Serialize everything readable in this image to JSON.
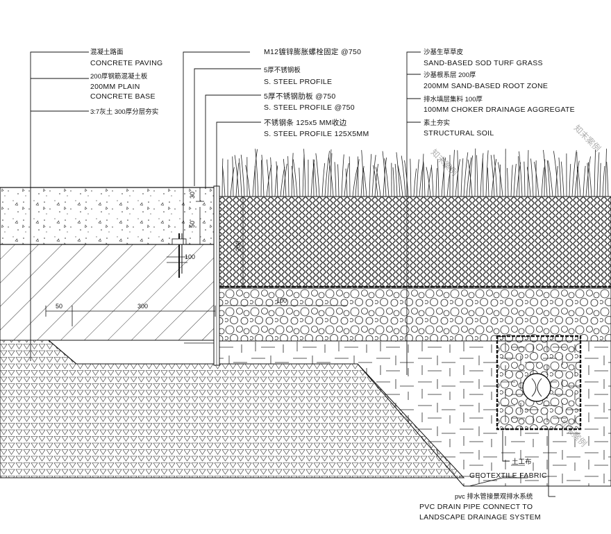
{
  "labels_left": {
    "paving_cn": "混凝土路面",
    "paving_en": "CONCRETE PAVING",
    "base_cn": "200厚钢筋混凝土板",
    "base_en1": "200MM PLAIN",
    "base_en2": "CONCRETE BASE",
    "soil_cn": "3:7灰土 300厚分层夯实"
  },
  "labels_middle": {
    "bolt_cn": "M12镀锌膨胀螺栓固定 @750",
    "plate_cn": "5厚不锈钢板",
    "plate_en": "S. STEEL PROFILE",
    "rib_cn": "5厚不锈钢肋板 @750",
    "rib_en": "S. STEEL PROFILE @750",
    "edge_cn": "不锈钢条 125x5 MM收边",
    "edge_en": "S. STEEL PROFILE 125X5MM"
  },
  "labels_right": {
    "turf_cn": "沙基生草草皮",
    "turf_en": "SAND-BASED SOD TURF GRASS",
    "root_cn": "沙基根系层 200厚",
    "root_en": "200MM SAND-BASED ROOT ZONE",
    "drain_cn": "排水填层集料 100厚",
    "drain_en": "100MM CHOKER DRAINAGE AGGREGATE",
    "struct_cn": "素土夯实",
    "struct_en": "STRUCTURAL SOIL"
  },
  "labels_bottom": {
    "geo_cn": "土工布",
    "geo_en": "GEOTEXTILE FABRIC",
    "pipe_cn": "pvc 排水管接景观排水系统",
    "pipe_en1": "PVC DRAIN PIPE CONNECT TO",
    "pipe_en2": "LANDSCAPE DRAINAGE SYSTEM"
  },
  "dimensions": {
    "d30": "30",
    "d50": "50",
    "d100": "100",
    "d200": "200",
    "d50b": "50",
    "d300": "300",
    "d100b": "100"
  },
  "watermark": {
    "text": "知末案例"
  }
}
